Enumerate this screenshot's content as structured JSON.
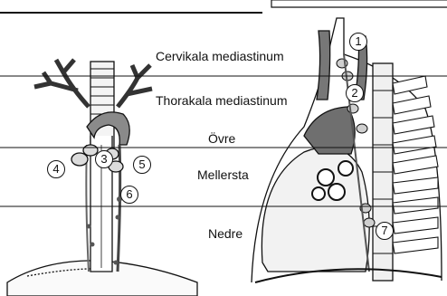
{
  "regions": {
    "cervical": "Cervikala mediastinum",
    "thoracic": "Thorakala mediastinum",
    "upper": "Övre",
    "middle": "Mellersta",
    "lower": "Nedre"
  },
  "markers": [
    "1",
    "2",
    "3",
    "4",
    "5",
    "6",
    "7"
  ],
  "colors": {
    "ink": "#111111",
    "paper": "#ffffff",
    "shade": "#bdbdbd"
  }
}
